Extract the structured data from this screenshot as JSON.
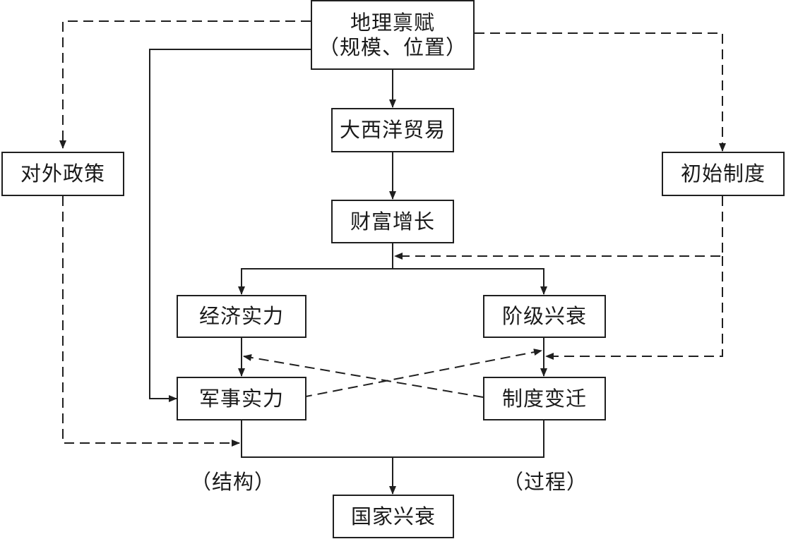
{
  "nodes": {
    "geo": {
      "line1": "地理禀赋",
      "line2": "（规模、位置）"
    },
    "atlantic": "大西洋贸易",
    "wealth": "财富增长",
    "foreign": "对外政策",
    "initial": "初始制度",
    "economy": "经济实力",
    "class": "阶级兴衰",
    "military": "军事实力",
    "institution": "制度变迁",
    "nation": "国家兴衰"
  },
  "labels": {
    "structure": "（结构）",
    "process": "（过程）"
  },
  "edges": [
    {
      "from": "地理禀赋",
      "to": "大西洋贸易",
      "style": "solid"
    },
    {
      "from": "大西洋贸易",
      "to": "财富增长",
      "style": "solid"
    },
    {
      "from": "地理禀赋",
      "to": "对外政策",
      "style": "dashed"
    },
    {
      "from": "地理禀赋",
      "to": "初始制度",
      "style": "dashed"
    },
    {
      "from": "地理禀赋",
      "to": "军事实力",
      "style": "solid"
    },
    {
      "from": "财富增长",
      "to": "经济实力",
      "style": "solid"
    },
    {
      "from": "财富增长",
      "to": "阶级兴衰",
      "style": "solid"
    },
    {
      "from": "初始制度",
      "to": "财富增长",
      "style": "dashed"
    },
    {
      "from": "初始制度",
      "to": "制度变迁",
      "style": "dashed"
    },
    {
      "from": "经济实力",
      "to": "军事实力",
      "style": "solid"
    },
    {
      "from": "阶级兴衰",
      "to": "制度变迁",
      "style": "solid"
    },
    {
      "from": "军事实力",
      "to": "阶级兴衰",
      "style": "dashed"
    },
    {
      "from": "制度变迁",
      "to": "经济实力",
      "style": "dashed"
    },
    {
      "from": "对外政策",
      "to": "国家兴衰",
      "style": "dashed"
    },
    {
      "from": "军事实力",
      "to": "国家兴衰",
      "style": "solid"
    },
    {
      "from": "制度变迁",
      "to": "国家兴衰",
      "style": "solid"
    }
  ]
}
